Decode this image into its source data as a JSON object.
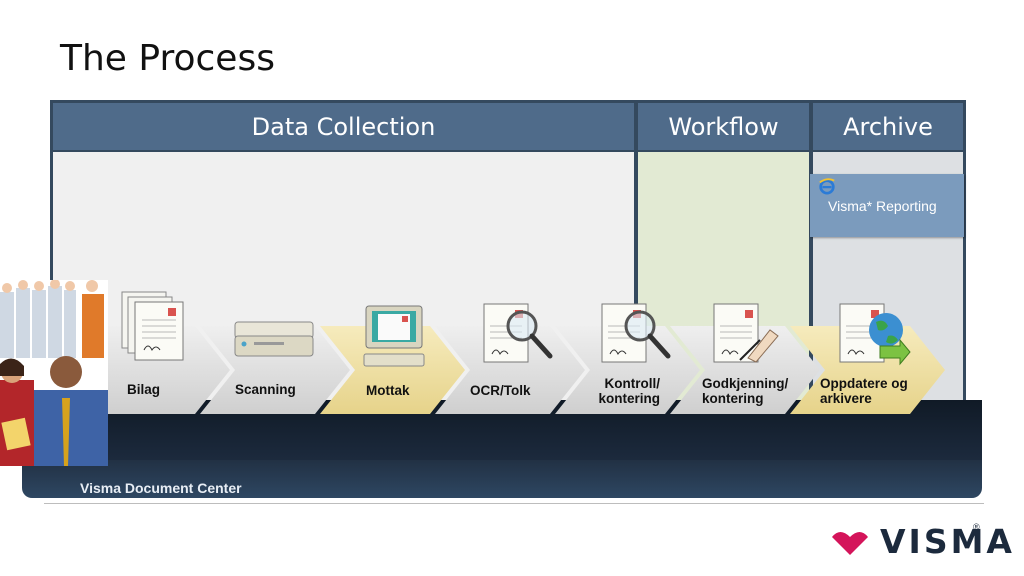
{
  "slide": {
    "title": "The Process"
  },
  "columns": {
    "data_collection": "Data Collection",
    "workflow": "Workflow",
    "archive": "Archive"
  },
  "reporting": {
    "label": "Visma* Reporting",
    "icon": "internet-explorer-icon"
  },
  "steps": [
    {
      "label": "Bilag",
      "icon": "document-stack-icon"
    },
    {
      "label": "Scanning",
      "icon": "scanner-icon"
    },
    {
      "label": "Mottak",
      "icon": "computer-monitor-icon"
    },
    {
      "label": "OCR/Tolk",
      "icon": "magnifier-document-icon"
    },
    {
      "label": "Kontroll/\nkontering",
      "icon": "magnifier-document-icon"
    },
    {
      "label": "Godkjenning/\nkontering",
      "icon": "signing-document-icon"
    },
    {
      "label": "Oppdatere og\narkivere",
      "icon": "globe-document-icon"
    }
  ],
  "platform": {
    "label": "Visma Document Center"
  },
  "logo": {
    "text": "VISMA",
    "registered": "®"
  },
  "colors": {
    "header_blue": "#4f6b8a",
    "frame_dark": "#34495e",
    "chevron_grey": "#d9d9d9",
    "chevron_yellow": "#f0e2a8",
    "visma_red": "#d4145a"
  }
}
